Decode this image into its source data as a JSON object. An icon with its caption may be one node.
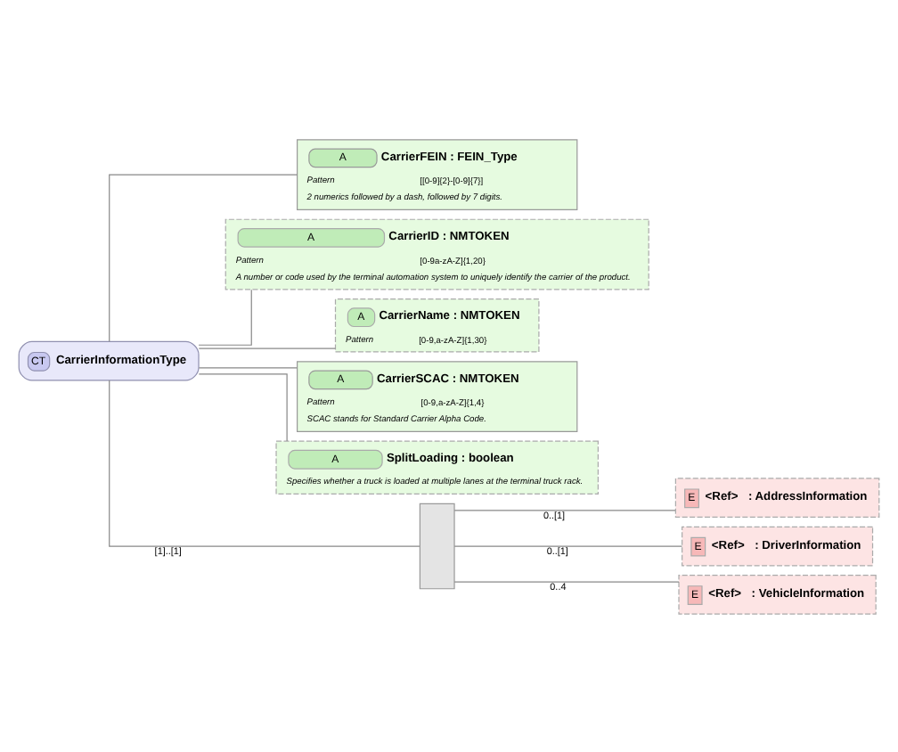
{
  "diagram": {
    "nodes": [
      {
        "text": [
          "CT",
          "CarrierInformationType"
        ]
      },
      {
        "text": [
          "A",
          "CarrierFEIN : FEIN_Type",
          "Pattern",
          "[[0-9]{2}-[0-9]{7}]",
          "2 numerics followed by a dash, followed by 7 digits."
        ]
      },
      {
        "text": [
          "A",
          "CarrierID : NMTOKEN",
          "Pattern",
          "[0-9a-zA-Z]{1,20}",
          "A number or code used by the terminal automation system to uniquely identify the carrier of the product."
        ]
      },
      {
        "text": [
          "A",
          "CarrierName : NMTOKEN",
          "Pattern",
          "[0-9,a-zA-Z]{1,30}"
        ]
      },
      {
        "text": [
          "A",
          "CarrierSCAC : NMTOKEN",
          "Pattern",
          "[0-9,a-zA-Z]{1,4}",
          "SCAC stands for Standard Carrier Alpha Code."
        ]
      },
      {
        "text": [
          "A",
          "SplitLoading : boolean",
          "Specifies whether a truck is loaded at multiple lanes at the terminal truck rack."
        ]
      },
      {
        "text": [],
        "shape": "box"
      },
      {
        "text": [
          "E",
          "<Ref>",
          ": AddressInformation"
        ]
      },
      {
        "text": [
          "E",
          "<Ref>",
          ": DriverInformation"
        ]
      },
      {
        "text": [
          "E",
          "<Ref>",
          ": VehicleInformation"
        ]
      }
    ],
    "edges": [
      {
        "from": 0,
        "to": 1,
        "arrow": "none"
      },
      {
        "from": 0,
        "to": 2,
        "arrow": "none"
      },
      {
        "from": 0,
        "to": 3,
        "arrow": "none"
      },
      {
        "from": 0,
        "to": 4,
        "arrow": "none"
      },
      {
        "from": 0,
        "to": 5,
        "arrow": "none"
      },
      {
        "from": 0,
        "to": 6,
        "arrow": "none",
        "label": "[1]..[1]"
      },
      {
        "from": 6,
        "to": 7,
        "arrow": "none",
        "label": "0..[1]"
      },
      {
        "from": 6,
        "to": 8,
        "arrow": "none",
        "label": "0..[1]"
      },
      {
        "from": 6,
        "to": 9,
        "arrow": "none",
        "label": "0..4"
      }
    ]
  }
}
